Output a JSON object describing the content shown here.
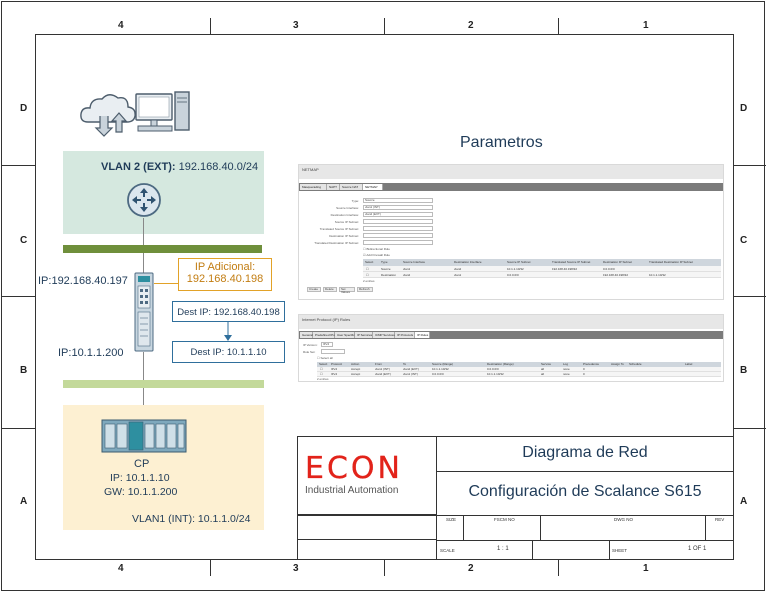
{
  "frame": {
    "top_zones": [
      "4",
      "3",
      "2",
      "1"
    ],
    "bottom_zones": [
      "4",
      "3",
      "2",
      "1"
    ],
    "left_zones": [
      "D",
      "C",
      "B",
      "A"
    ],
    "right_zones": [
      "D",
      "C",
      "B",
      "A"
    ]
  },
  "network": {
    "vlan2_prefix": "VLAN 2 (EXT):",
    "vlan2_net": "192.168.40.0/24",
    "ip_ext": "IP:192.168.40.197",
    "ip_adicional_label": "IP Adicional:",
    "ip_adicional_value": "192.168.40.198",
    "dest_ip_1": "Dest IP: 192.168.40.198",
    "dest_ip_2": "Dest IP: 10.1.1.10",
    "ip_int": "IP:10.1.1.200",
    "cp_title": "CP",
    "cp_ip": "IP: 10.1.1.10",
    "cp_gw": "GW: 10.1.1.200",
    "vlan1": "VLAN1 (INT): 10.1.1.0/24"
  },
  "params": {
    "title": "Parametros",
    "screen1_header": "NETMAP",
    "screen1_tabs": [
      "Masquerading",
      "NAPT",
      "Source NAT",
      "NETMAP"
    ],
    "screen1_fields": [
      {
        "label": "Type:",
        "value": "Source"
      },
      {
        "label": "Source Interface:",
        "value": "vlan1 (INT)"
      },
      {
        "label": "Destination Interface:",
        "value": "vlan2 (EXT)"
      },
      {
        "label": "Source IP Subnet:",
        "value": ""
      },
      {
        "label": "Translated Source IP Subnet:",
        "value": ""
      },
      {
        "label": "Destination IP Subnet:",
        "value": ""
      },
      {
        "label": "Translated Destination IP Subnet:",
        "value": ""
      }
    ],
    "screen1_checks": [
      "Bidirectional Rule",
      "Add Firewall Rule"
    ],
    "screen1_grid_headers": [
      "Select",
      "Type",
      "Source Interface",
      "Destination Interface",
      "Source IP Subnet",
      "Translated Source IP Subnet",
      "Destination IP Subnet",
      "Translated Destination IP Subnet"
    ],
    "screen1_rows": [
      [
        "",
        "Source",
        "vlan1",
        "vlan2",
        "10.1.1.10/32",
        "192.168.40.198/32",
        "0.0.0.0/0",
        ""
      ],
      [
        "",
        "Destination",
        "vlan2",
        "vlan1",
        "0.0.0.0/0",
        "",
        "192.168.40.198/32",
        "10.1.1.10/32"
      ]
    ],
    "screen1_entries": "2 entries",
    "screen1_buttons": [
      "Create",
      "Delete",
      "Set Values",
      "Refresh"
    ],
    "screen2_header": "Internet Protocol (IP) Rules",
    "screen2_tabs": [
      "General",
      "Predefined IPv4",
      "User Specific",
      "IP Services",
      "ICMP Services",
      "IP Protocols",
      "IP Rules"
    ],
    "screen2_version_label": "IP Version:",
    "screen2_version_value": "IPv4",
    "screen2_rule_label": "Rule Set:",
    "screen2_selectall": "Select all",
    "screen2_grid_headers": [
      "Select",
      "Protocol",
      "Action",
      "From",
      "To",
      "Source (Range)",
      "Destination (Range)",
      "Service",
      "Log",
      "Precedence",
      "Assign To",
      "Schedule",
      "Label"
    ],
    "screen2_rows": [
      [
        "",
        "IPv4",
        "Accept",
        "vlan1 (INT)",
        "vlan2 (EXT)",
        "10.1.1.10/32",
        "0.0.0.0/0",
        "all",
        "none",
        "0",
        "",
        "",
        ""
      ],
      [
        "",
        "IPv4",
        "Accept",
        "vlan2 (EXT)",
        "vlan1 (INT)",
        "0.0.0.0/0",
        "10.1.1.10/32",
        "all",
        "none",
        "0",
        "",
        "",
        ""
      ]
    ],
    "screen2_entries": "2 entries"
  },
  "title_block": {
    "logo_text": "ECON",
    "logo_sub": "Industrial Automation",
    "title1": "Diagrama de Red",
    "title2": "Configuración de Scalance S615",
    "size_label": "SIZE",
    "fscm_label": "FSCM NO",
    "dwg_label": "DWG NO",
    "rev_label": "REV",
    "scale_label": "SCALE",
    "scale_value": "1 : 1",
    "sheet_label": "SHEET",
    "sheet_value": "1 OF 1"
  },
  "colors": {
    "vlan2_bg": "#d5e8df",
    "vlan1_bg": "#fdf0d2",
    "bus_dark": "#6f8f3b",
    "bus_light": "#c3d99a",
    "accent_orange": "#e2a228",
    "accent_blue": "#2f6f9c",
    "logo_red": "#e2231a"
  }
}
